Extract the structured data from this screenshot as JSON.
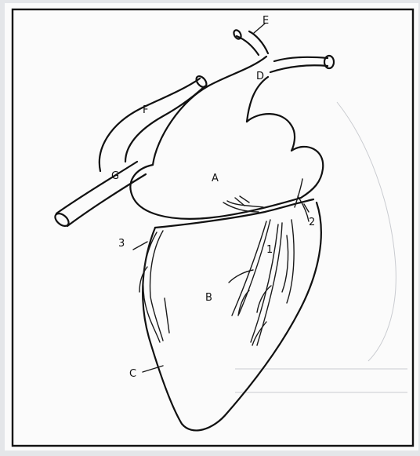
{
  "labels": {
    "A": "A",
    "B": "B",
    "C": "C",
    "D": "D",
    "E": "E",
    "F": "F",
    "G": "G",
    "n1": "1",
    "n2": "2",
    "n3": "3"
  },
  "colors": {
    "page": "#fbfbfb",
    "ink": "#111111"
  }
}
